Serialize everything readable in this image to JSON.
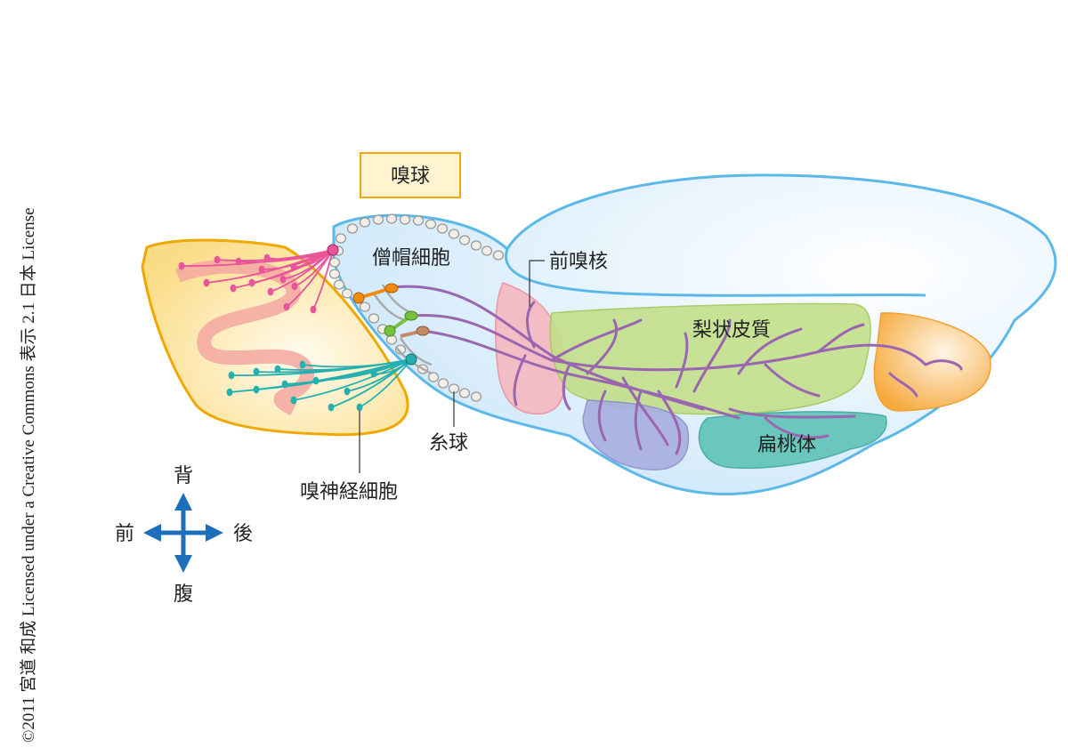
{
  "copyright": "©2011 宮道 和成 Licensed under a Creative Commons 表示 2.1 日本 License",
  "labels": {
    "olfactory_bulb": "嗅球",
    "mitral_cell": "僧帽細胞",
    "anterior_olfactory_nucleus": "前嗅核",
    "piriform_cortex": "梨状皮質",
    "amygdala": "扁桃体",
    "glomerulus": "糸球",
    "olfactory_neuron": "嗅神経細胞"
  },
  "compass": {
    "up": "背",
    "left": "前",
    "right": "後",
    "down": "腹"
  },
  "colors": {
    "brain_fill": "#dcefff",
    "brain_stroke": "#5bb8e8",
    "epithelium": "#fbe39a",
    "piriform": "#c3df8a",
    "amygdala": "#5fc3b8",
    "aon": "#f6b8c0",
    "posterior": "#f7b055",
    "ventral": "#a9aee0",
    "axon": "#9a66b0",
    "pink_neuron": "#e8559a",
    "teal_neuron": "#25b0b0",
    "arrow": "#1d6fba"
  }
}
